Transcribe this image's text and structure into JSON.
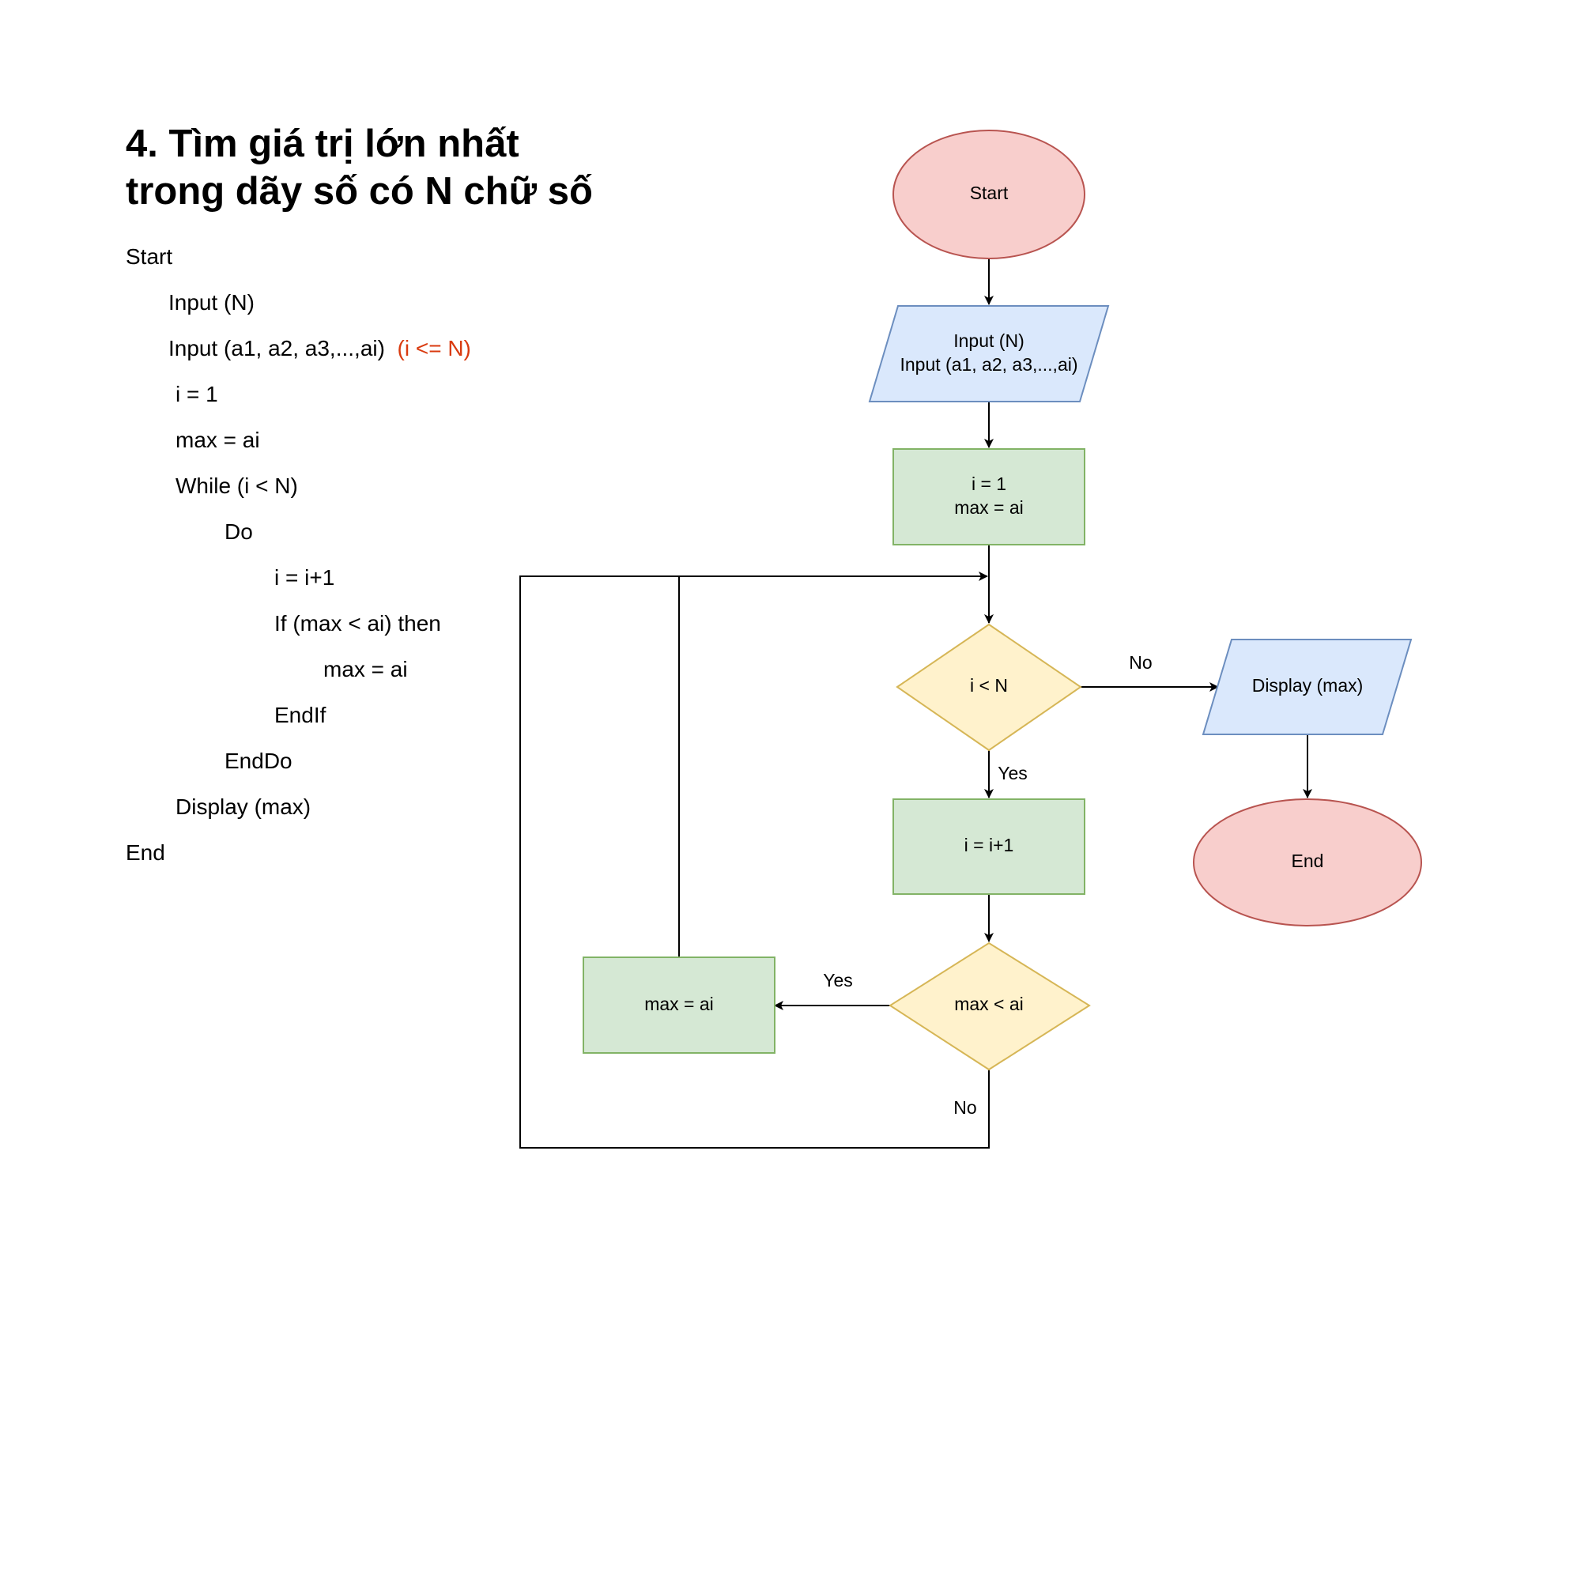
{
  "title": {
    "line1": "4. Tìm giá trị lớn nhất",
    "line2": "trong dãy số có N chữ số"
  },
  "pseudocode": {
    "start": "Start",
    "input_n": "Input (N)",
    "input_a": "Input (a1, a2, a3,...,ai)",
    "input_a_note": "(i <= N)",
    "init_i": "i = 1",
    "init_max": "max = ai",
    "while": "While (i < N)",
    "do": "Do",
    "increment": "i = i+1",
    "if": "If (max < ai) then",
    "assign": "max = ai",
    "endif": "EndIf",
    "enddo": "EndDo",
    "display": "Display (max)",
    "end": "End"
  },
  "flowchart": {
    "start": "Start",
    "input_line1": "Input (N)",
    "input_line2": "Input (a1, a2, a3,...,ai)",
    "init_line1": "i = 1",
    "init_line2": "max = ai",
    "cond_loop": "i < N",
    "increment": "i = i+1",
    "cond_max": "max < ai",
    "assign_max": "max = ai",
    "display": "Display (max)",
    "end": "End",
    "label_no_loop": "No",
    "label_yes_loop": "Yes",
    "label_yes_max": "Yes",
    "label_no_max": "No",
    "colors": {
      "terminal_fill": "#f8cecc",
      "terminal_stroke": "#b85450",
      "io_fill": "#dae8fc",
      "io_stroke": "#6c8ebf",
      "process_fill": "#d5e8d4",
      "process_stroke": "#82b366",
      "decision_fill": "#fff2cc",
      "decision_stroke": "#d6b656"
    }
  }
}
